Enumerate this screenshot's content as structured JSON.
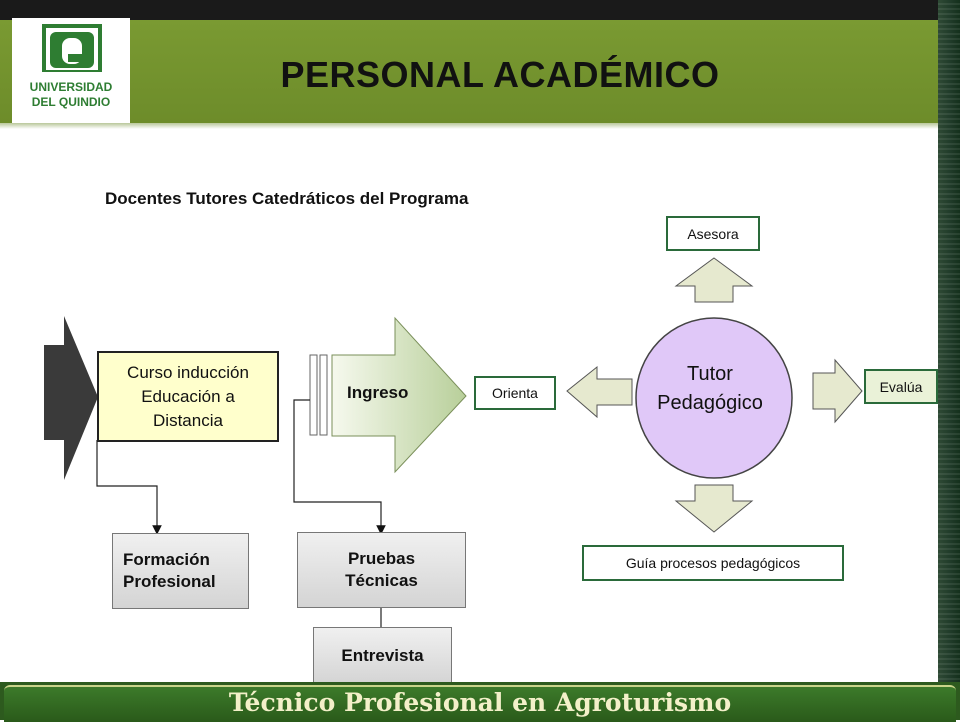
{
  "header": {
    "title": "PERSONAL ACADÉMICO",
    "logo_text_line1": "UNIVERSIDAD",
    "logo_text_line2": "DEL QUINDIO"
  },
  "footer": {
    "text": "Técnico Profesional en Agroturismo"
  },
  "diagram": {
    "subtitle": "Docentes Tutores Catedráticos del Programa",
    "curso": {
      "line1": "Curso inducción",
      "line2": "Educación a",
      "line3": "Distancia"
    },
    "formacion": {
      "line1": "Formación",
      "line2": "Profesional"
    },
    "ingreso": "Ingreso",
    "pruebas": {
      "line1": "Pruebas",
      "line2": "Técnicas"
    },
    "entrevista": "Entrevista",
    "tutor": {
      "line1": "Tutor",
      "line2": "Pedagógico"
    },
    "asesora": "Asesora",
    "orienta": "Orienta",
    "evalua": "Evalúa",
    "guia": "Guía procesos pedagógicos"
  },
  "colors": {
    "header_green": "#7a9a32",
    "footer_green": "#2d5a1e",
    "logo_green": "#2e7d32",
    "tutor_lavender": "#e0c8f8",
    "arrow_fill": "#e6e9cf"
  }
}
